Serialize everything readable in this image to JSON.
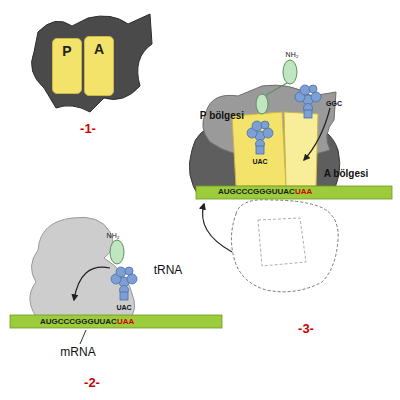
{
  "diagram": {
    "nodes": [
      {
        "text": [
          "P"
        ]
      },
      {
        "text": [
          "A"
        ]
      }
    ],
    "labels": [
      "-1-",
      "-2-",
      "-3-",
      "tRNA",
      "mRNA",
      "UAC",
      "AUGCCCGGGUUAC",
      "UAA",
      "NH₂",
      "P bölgesi",
      "A bölgesi",
      "NH₂",
      "GGC",
      "UAC",
      "AUGCCCGGGUUAC",
      "UAA"
    ]
  }
}
